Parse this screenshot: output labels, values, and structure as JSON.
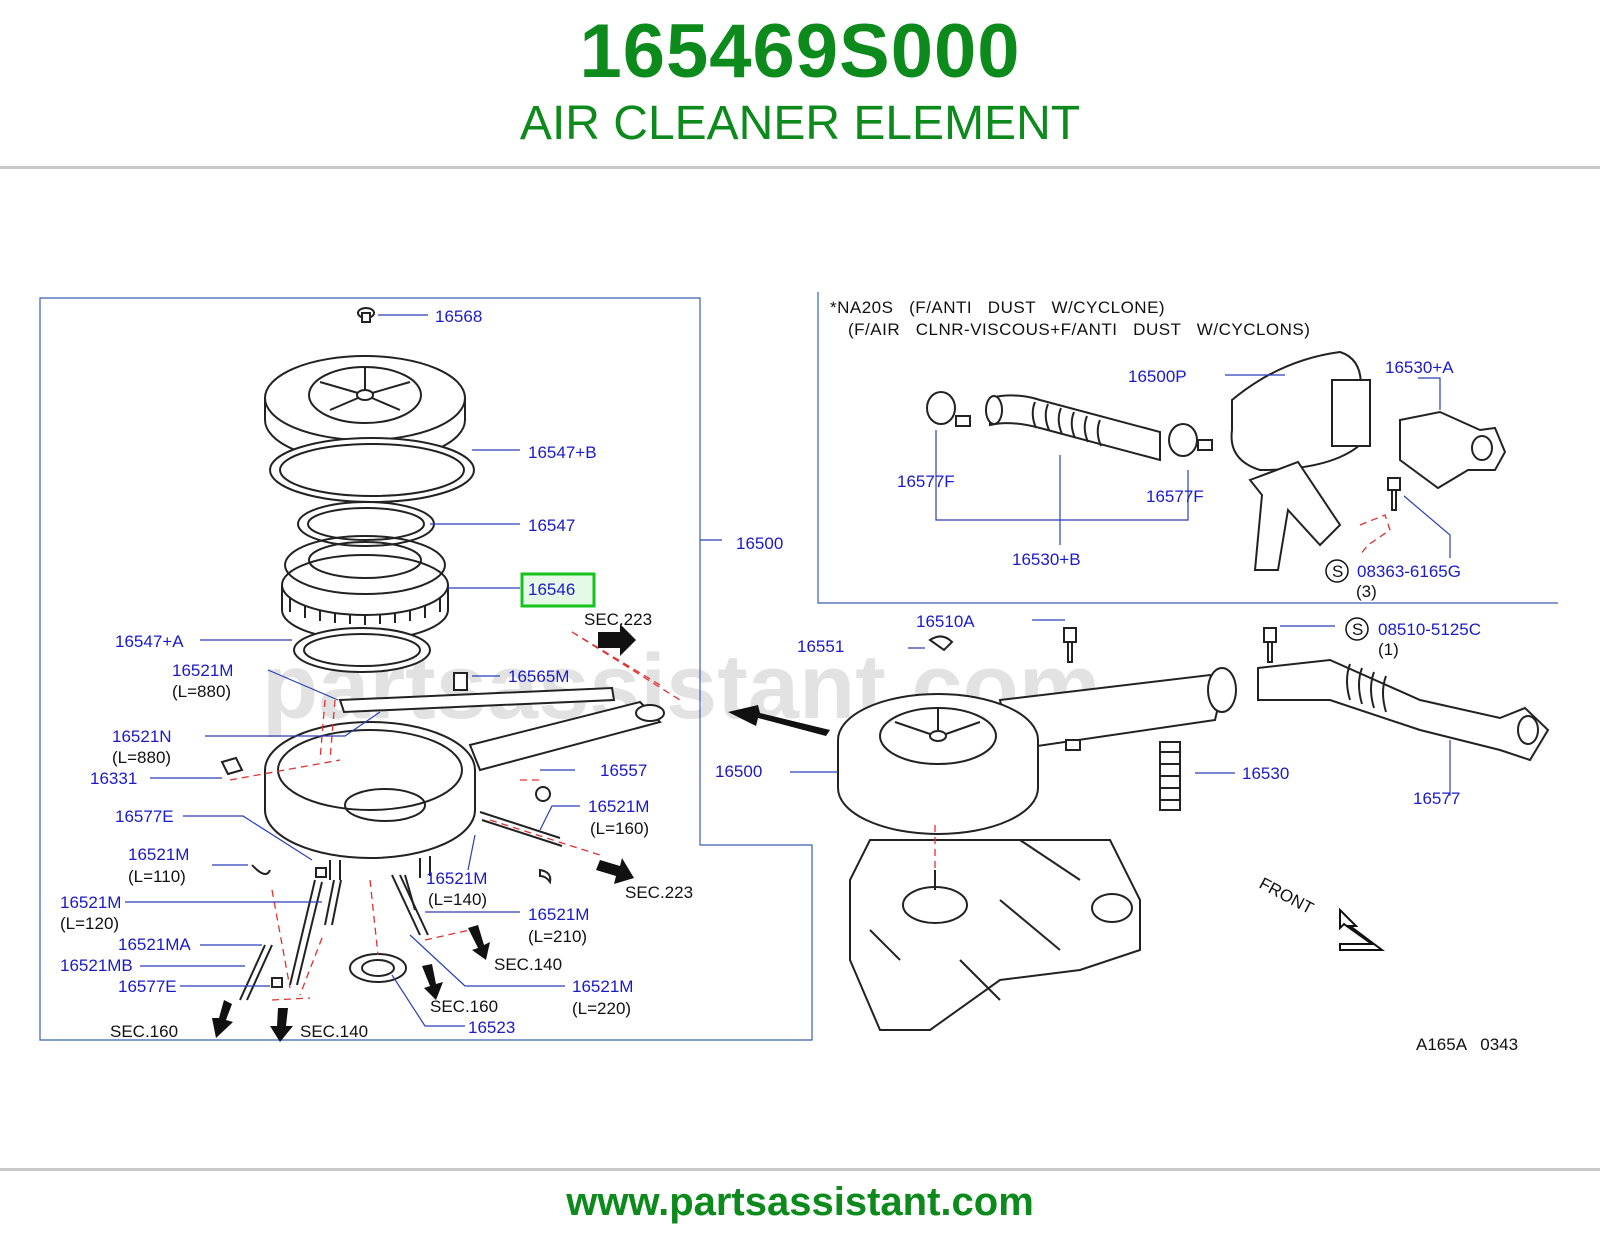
{
  "header": {
    "part_number": "165469S000",
    "part_name": "AIR CLEANER ELEMENT"
  },
  "footer": {
    "url": "www.partsassistant.com"
  },
  "watermark": "partsassistant.com",
  "highlight_color": "#16c21c",
  "note": {
    "line1": "*NA20S   (F/ANTI   DUST   W/CYCLONE)",
    "line2": "(F/AIR   CLNR-VISCOUS+F/ANTI   DUST   W/CYCLONS)"
  },
  "diagram_code": "A165A   0343",
  "labels": {
    "p16568": "16568",
    "p16547B": "16547+B",
    "p16547": "16547",
    "p16546": "16546",
    "p16500a": "16500",
    "p16547A": "16547+A",
    "p16521M_880": "16521M",
    "l880a": "(L=880)",
    "p16565M": "16565M",
    "p16521N": "16521N",
    "l880b": "(L=880)",
    "p16331": "16331",
    "p16557": "16557",
    "p16577E_a": "16577E",
    "p16521M_160": "16521M",
    "l160": "(L=160)",
    "p16521M_110": "16521M",
    "l110": "(L=110)",
    "p16521M_140": "16521M",
    "l140": "(L=140)",
    "p16521M_120": "16521M",
    "l120": "(L=120)",
    "p16521M_210": "16521M",
    "l210": "(L=210)",
    "p16521MA": "16521MA",
    "p16521MB": "16521MB",
    "p16577E_b": "16577E",
    "p16521M_220": "16521M",
    "l220": "(L=220)",
    "p16523": "16523",
    "p16500P": "16500P",
    "p16530A": "16530+A",
    "p16577F_a": "16577F",
    "p16577F_b": "16577F",
    "p16530B": "16530+B",
    "s_a": "S",
    "p08363": "08363-6165G",
    "q3": "(3)",
    "p16510A": "16510A",
    "p16551": "16551",
    "s_b": "S",
    "p08510": "08510-5125C",
    "q1": "(1)",
    "p16500b": "16500",
    "p16530": "16530",
    "p16577": "16577",
    "front": "FRONT"
  },
  "sec_refs": {
    "sec223a": "SEC.223",
    "sec223b": "SEC.223",
    "sec140a": "SEC.140",
    "sec160a": "SEC.160",
    "sec160b": "SEC.160",
    "sec140b": "SEC.140"
  }
}
